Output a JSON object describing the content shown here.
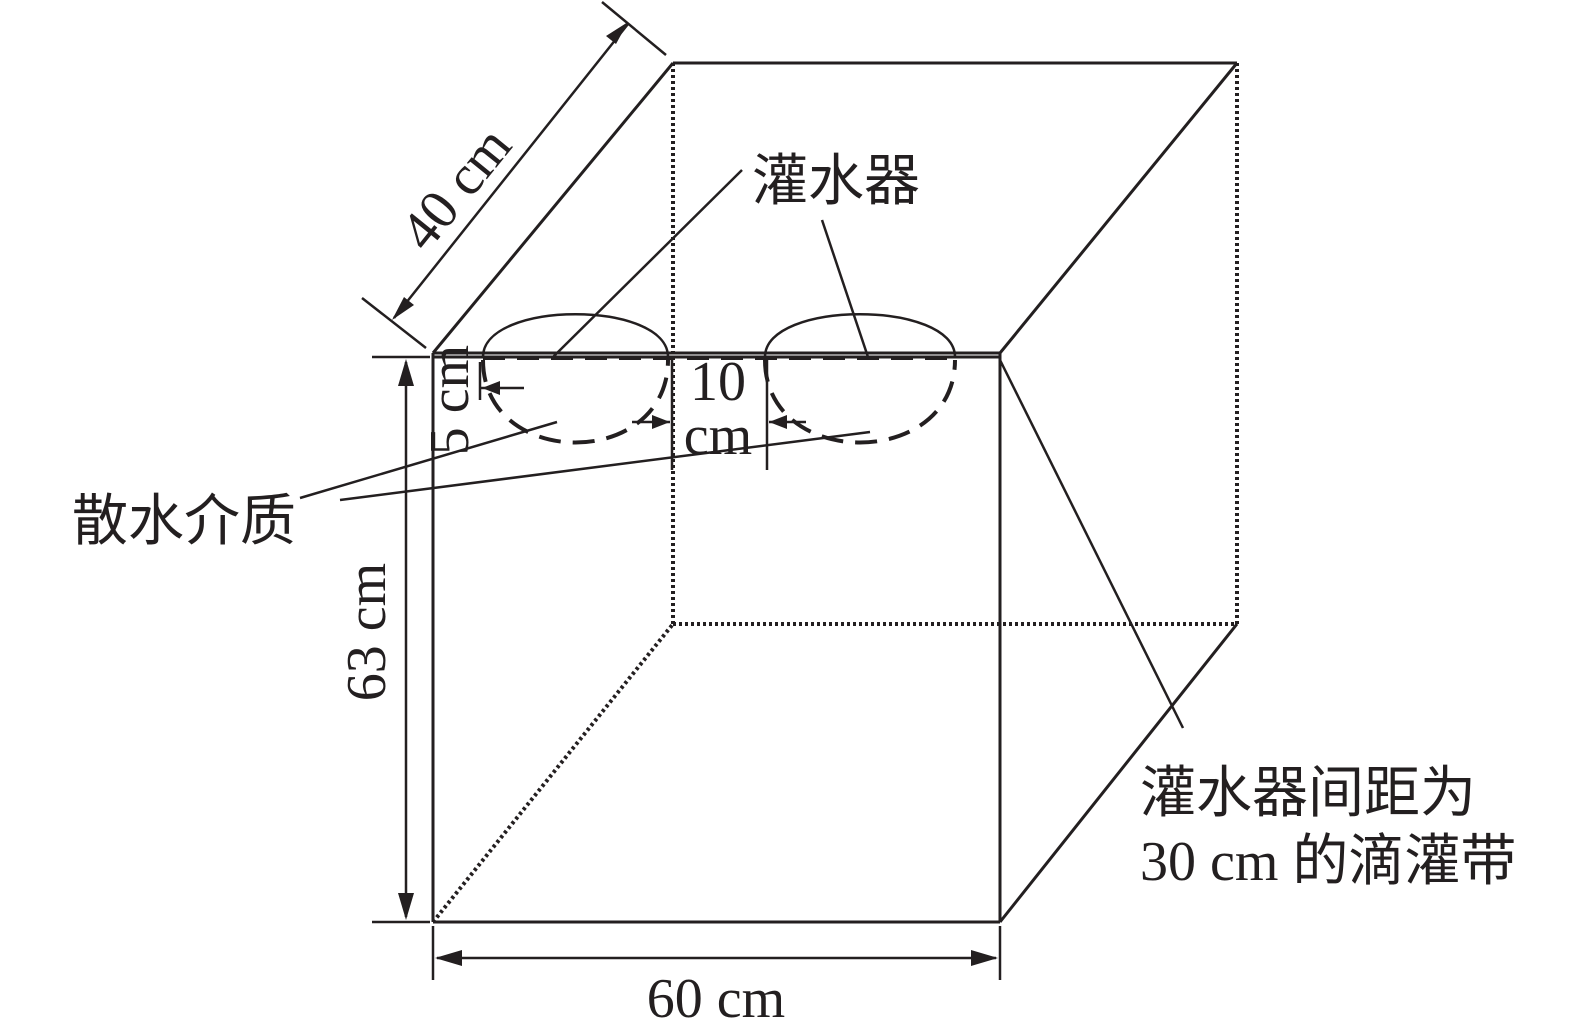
{
  "labels": {
    "depth": "40 cm",
    "height": "63 cm",
    "width": "60 cm",
    "emitter_1": "灌水器",
    "emitter_2": "灌水器",
    "medium": "散水介质",
    "vertical_small": "5 cm",
    "horizontal_small_line1": "10",
    "horizontal_small_line2": "cm",
    "tape_line1": "灌水器间距为",
    "tape_line2": "30 cm 的滴灌带"
  },
  "colors": {
    "ink": "#231f20",
    "background": "#ffffff"
  }
}
